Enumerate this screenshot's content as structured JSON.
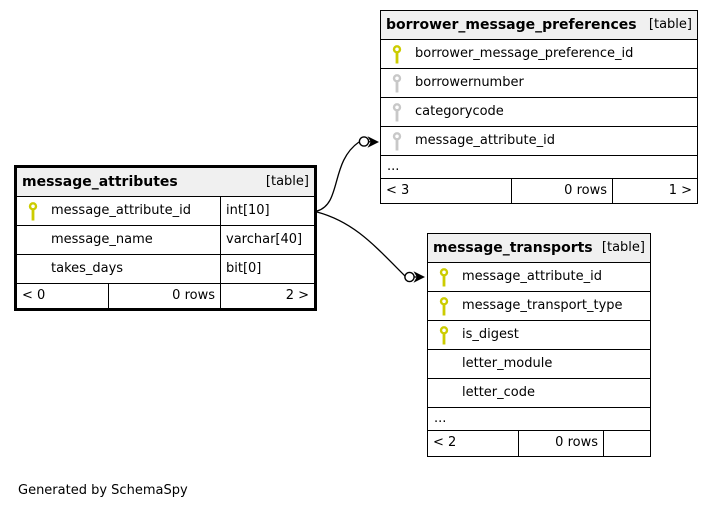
{
  "diagram": {
    "generated_by": "Generated by SchemaSpy",
    "colors": {
      "primary_key_icon": "#cccc00",
      "index_key_icon": "#c8c8c8",
      "header_background": "#f0f0f0",
      "border": "#000000"
    },
    "tables": [
      {
        "name": "message_attributes",
        "tag": "[table]",
        "columns": [
          {
            "name": "message_attribute_id",
            "type": "int[10]",
            "key": "primary"
          },
          {
            "name": "message_name",
            "type": "varchar[40]",
            "key": "none"
          },
          {
            "name": "takes_days",
            "type": "bit[0]",
            "key": "none"
          }
        ],
        "footer": {
          "left": "< 0",
          "rows": "0 rows",
          "right": "2 >"
        }
      },
      {
        "name": "borrower_message_preferences",
        "tag": "[table]",
        "columns": [
          {
            "name": "borrower_message_preference_id",
            "key": "primary"
          },
          {
            "name": "borrowernumber",
            "key": "index"
          },
          {
            "name": "categorycode",
            "key": "index"
          },
          {
            "name": "message_attribute_id",
            "key": "index"
          }
        ],
        "ellipsis": "...",
        "footer": {
          "left": "< 3",
          "rows": "0 rows",
          "right": "1 >"
        }
      },
      {
        "name": "message_transports",
        "tag": "[table]",
        "columns": [
          {
            "name": "message_attribute_id",
            "key": "primary"
          },
          {
            "name": "message_transport_type",
            "key": "primary"
          },
          {
            "name": "is_digest",
            "key": "primary"
          },
          {
            "name": "letter_module",
            "key": "none"
          },
          {
            "name": "letter_code",
            "key": "none"
          }
        ],
        "ellipsis": "...",
        "footer": {
          "left": "< 2",
          "rows": "0 rows",
          "right": ""
        }
      }
    ],
    "relationships": [
      {
        "from": "message_attributes",
        "to": "borrower_message_preferences",
        "via": "message_attribute_id"
      },
      {
        "from": "message_attributes",
        "to": "message_transports",
        "via": "message_attribute_id"
      }
    ]
  }
}
